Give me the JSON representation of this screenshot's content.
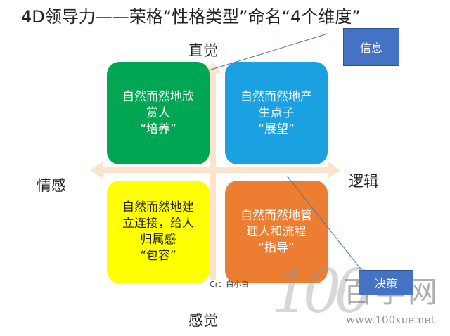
{
  "title": "4D领导力——荣格“性格类型”命名“4个维度”",
  "axes": {
    "top": "直觉",
    "bottom": "感觉",
    "left": "情感",
    "right": "逻辑"
  },
  "quadrants": [
    {
      "lines": [
        "自然而然地欣",
        "赏人",
        "“培养”"
      ],
      "color": "#00a651"
    },
    {
      "lines": [
        "自然而然地产",
        "生点子",
        "“展望”"
      ],
      "color": "#1ba1e2"
    },
    {
      "lines": [
        "自然而然地建",
        "立连接，给人",
        "归属感",
        "“包容”"
      ],
      "color": "#ffff00"
    },
    {
      "lines": [
        "自然而然地管",
        "理人和流程",
        "“指导”"
      ],
      "color": "#ed7d31"
    }
  ],
  "callouts": {
    "info": "信息",
    "decision": "决策"
  },
  "credit": "Cr：白小白",
  "watermark": {
    "digits": "100",
    "chars": "百学网",
    "url": "www.100xue.net"
  },
  "colors": {
    "axis_arrow": "#fce4cc",
    "callout_fill": "#4472c4",
    "connector_line": "#4a6fb5"
  }
}
